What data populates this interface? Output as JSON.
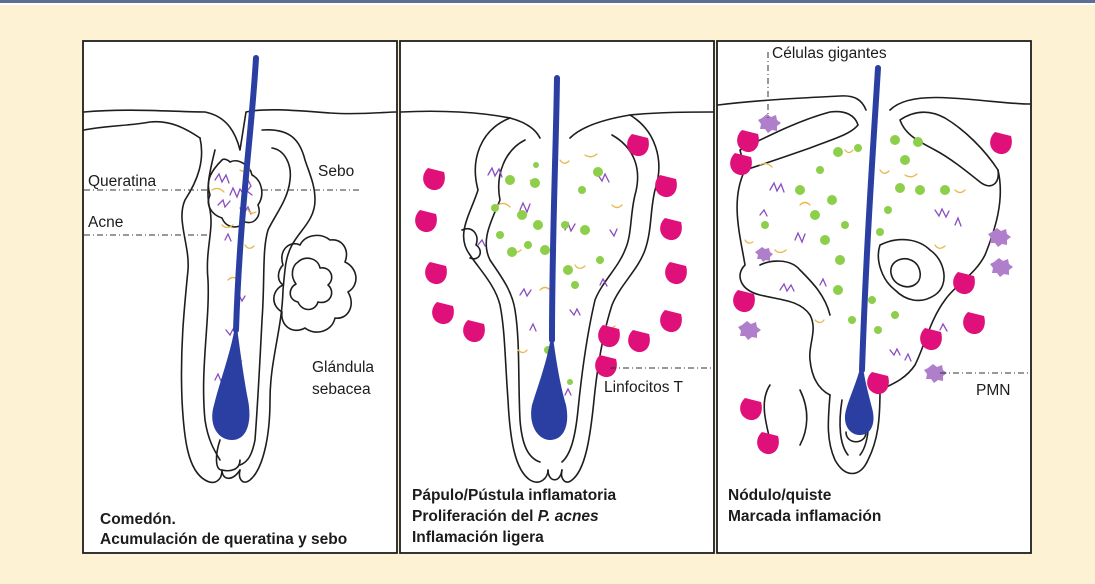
{
  "figure": {
    "panels": [
      {
        "name": "comedon",
        "labels": [
          "Queratina",
          "Acne",
          "Sebo",
          "Glándula",
          "sebacea"
        ],
        "caption_line1": "Comedón.",
        "caption_line2": "Acumulación de queratina y sebo"
      },
      {
        "name": "papula",
        "labels": [
          "Linfocitos T"
        ],
        "caption_line1": "Pápulo/Pústula inflamatoria",
        "caption_line2a": "Proliferación del ",
        "caption_line2b": "P. acnes",
        "caption_line3": "Inflamación ligera"
      },
      {
        "name": "nodulo",
        "labels": [
          "Células gigantes",
          "PMN"
        ],
        "caption_line1": "Nódulo/quiste",
        "caption_line2": "Marcada inflamación"
      }
    ]
  },
  "colors": {
    "background": "#fdf2d4",
    "hair": "#2b3fa3",
    "keratin": "#8a4cc0",
    "sebum": "#e8b84a",
    "bacteria": "#8dcf4a",
    "lymphocytes": "#e0107a",
    "pmn": "#b07fcc",
    "topline": "#5a6f92"
  }
}
